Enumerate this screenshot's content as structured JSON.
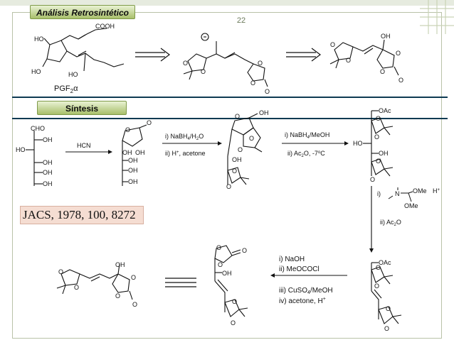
{
  "header": {
    "title": "Análisis Retrosintético",
    "section_title": "Síntesis",
    "page_number": "22"
  },
  "citation": "JACS, 1978, 100, 8272",
  "retro": {
    "pgf_label_main": "PGF",
    "pgf_label_sub": "2",
    "pgf_label_alpha": "α",
    "cooh": "COOH",
    "ho_top": "HO",
    "ho_bottom_left": "HO",
    "ho_bottom_mid": "HO",
    "oh_right": "OH",
    "o_label": "O"
  },
  "synthesis": {
    "cho": "CHO",
    "ho": "HO",
    "oh": "OH",
    "oac": "OAc",
    "hcn": "HCN",
    "step1_a": "i) NaBH",
    "step1_a_sub": "4",
    "step1_a_end": "/H",
    "step1_a_sub2": "2",
    "step1_a_tail": "O",
    "step1_b": "ii) H",
    "step1_b_sup": "+",
    "step1_b_tail": ", acetone",
    "step2_a": "i) NaBH",
    "step2_a_sub": "4",
    "step2_a_tail": "/MeOH",
    "step2_b": "ii) Ac",
    "step2_b_sub": "2",
    "step2_b_mid": "O, -7",
    "step2_b_sup": "o",
    "step2_b_tail": "C",
    "step3_a": "i)",
    "step3_n": "N",
    "step3_ome1": "OMe",
    "step3_ome2": "OMe",
    "step3_h": "H",
    "step3_h_sup": "+",
    "step3_b": "ii) Ac",
    "step3_b_sub": "2",
    "step3_b_tail": "O",
    "step4_1": "i) NaOH",
    "step4_2": "ii) MeOCOCl",
    "step4_3": "iii) CuSO",
    "step4_3_sub": "4",
    "step4_3_tail": "/MeOH",
    "step4_4": "iv) acetone, H",
    "step4_4_sup": "+"
  }
}
